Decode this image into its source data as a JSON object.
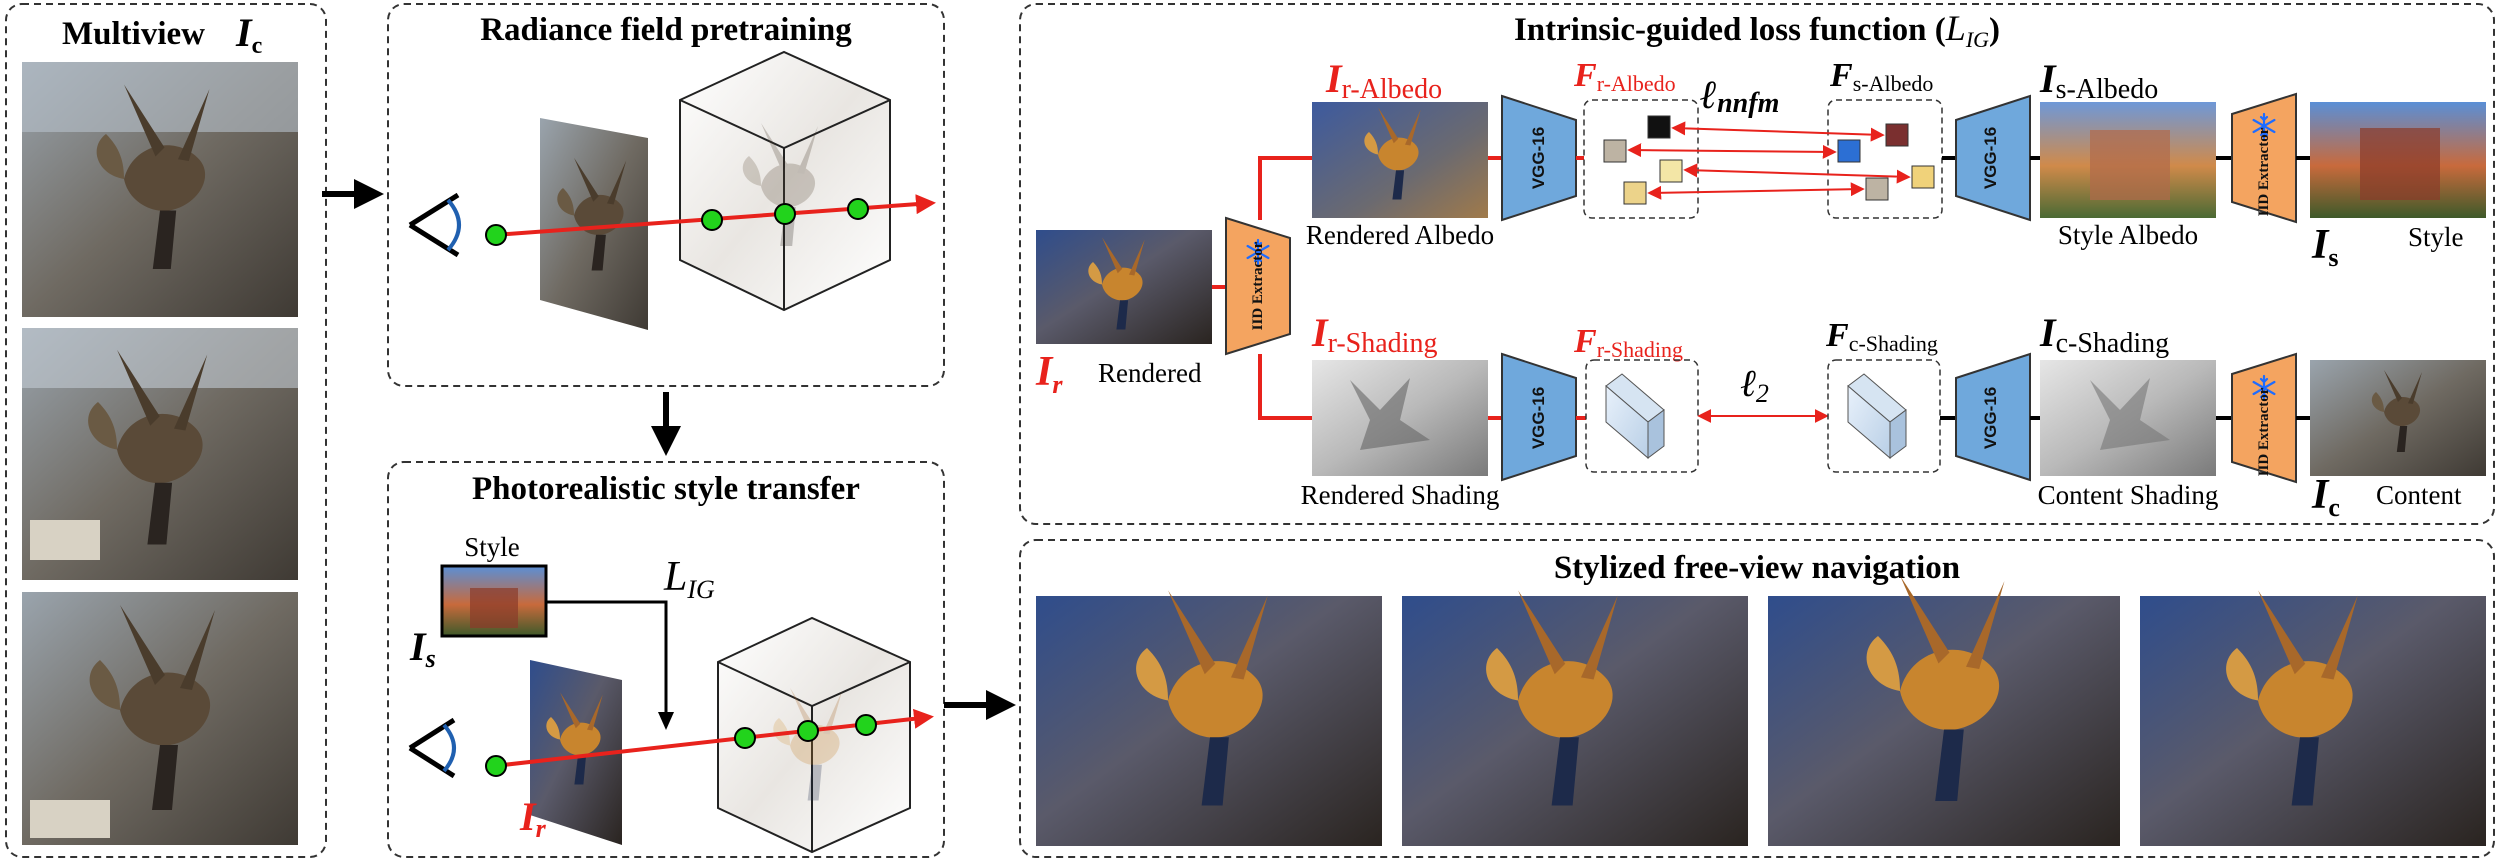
{
  "panels": {
    "multiview": {
      "title": "Multiview",
      "symbol": "I",
      "subscript": "c"
    },
    "pretraining": {
      "title": "Radiance field pretraining"
    },
    "transfer": {
      "title": "Photorealistic style transfer",
      "style_label": "Style",
      "style_symbol": "I",
      "style_subscript": "s",
      "loss_symbol": "L",
      "loss_subscript": "IG",
      "rendered_symbol": "I",
      "rendered_subscript": "r"
    },
    "loss": {
      "title_prefix": "Intrinsic-guided loss function (",
      "title_symbol": "L",
      "title_subscript": "IG",
      "title_suffix": ")"
    },
    "navigation": {
      "title": "Stylized free-view navigation"
    }
  },
  "loss_diagram": {
    "rendered": {
      "symbol": "I",
      "subscript": "r",
      "caption": "Rendered"
    },
    "iid_extractor": "IID Extractor",
    "vgg": "VGG-16",
    "albedo_row": {
      "rendered_symbol": "I",
      "rendered_subscript": "r-Albedo",
      "rendered_caption": "Rendered Albedo",
      "feat_r_symbol": "F",
      "feat_r_subscript": "r-Albedo",
      "loss_symbol": "ℓ",
      "loss_subscript": "nnfm",
      "feat_s_symbol": "F",
      "feat_s_subscript": "s-Albedo",
      "style_symbol": "I",
      "style_subscript": "s-Albedo",
      "style_caption": "Style Albedo",
      "end_symbol": "I",
      "end_subscript": "s",
      "end_caption": "Style"
    },
    "shading_row": {
      "rendered_symbol": "I",
      "rendered_subscript": "r-Shading",
      "rendered_caption": "Rendered Shading",
      "feat_r_symbol": "F",
      "feat_r_subscript": "r-Shading",
      "loss_symbol": "ℓ",
      "loss_subscript": "2",
      "feat_c_symbol": "F",
      "feat_c_subscript": "c-Shading",
      "content_symbol": "I",
      "content_subscript": "c-Shading",
      "content_caption": "Content Shading",
      "end_symbol": "I",
      "end_subscript": "c",
      "end_caption": "Content"
    }
  },
  "colors": {
    "arrow_red": "#e8221c",
    "point_green": "#22d31c",
    "vgg_blue": "#6fa8dc",
    "iid_orange": "#f4a460",
    "snowflake_blue": "#1e6cff"
  },
  "icons": [
    "eye-icon",
    "snowflake-icon",
    "cube-icon",
    "arrow-right-icon",
    "arrow-down-icon"
  ]
}
